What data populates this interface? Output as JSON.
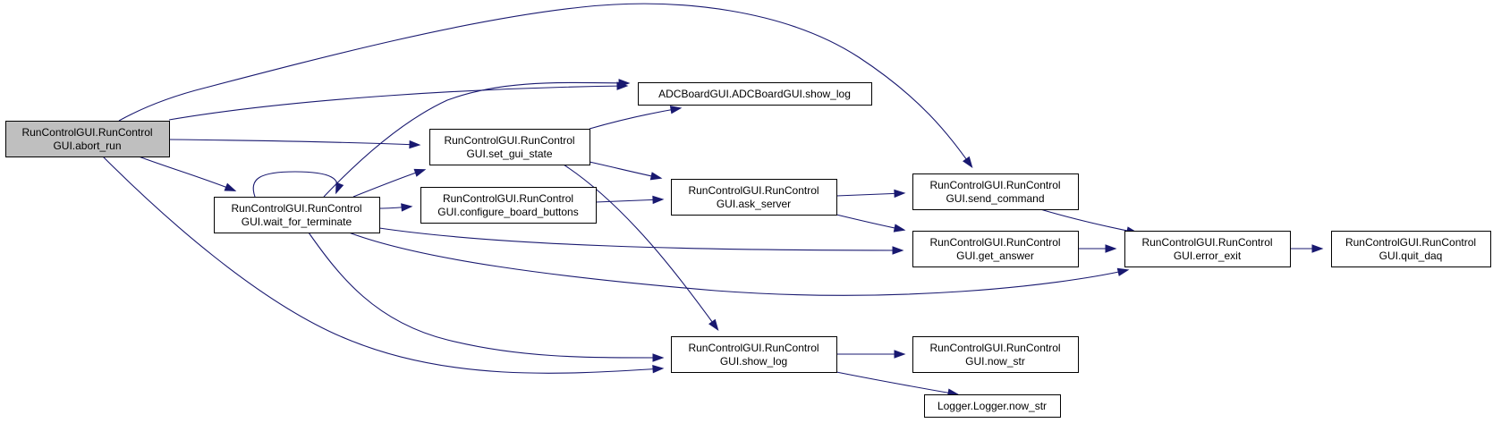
{
  "graph": {
    "edge_color": "#191970",
    "node_fill": "#ffffff",
    "highlight_fill": "#bfbfbf",
    "nodes": [
      {
        "id": "abort_run",
        "lines": [
          "RunControlGUI.RunControl",
          "GUI.abort_run"
        ],
        "highlighted": true
      },
      {
        "id": "adc_show_log",
        "lines": [
          "ADCBoardGUI.ADCBoardGUI.show_log"
        ],
        "highlighted": false
      },
      {
        "id": "set_gui_state",
        "lines": [
          "RunControlGUI.RunControl",
          "GUI.set_gui_state"
        ],
        "highlighted": false
      },
      {
        "id": "wait_for_terminate",
        "lines": [
          "RunControlGUI.RunControl",
          "GUI.wait_for_terminate"
        ],
        "highlighted": false
      },
      {
        "id": "configure_board_buttons",
        "lines": [
          "RunControlGUI.RunControl",
          "GUI.configure_board_buttons"
        ],
        "highlighted": false
      },
      {
        "id": "ask_server",
        "lines": [
          "RunControlGUI.RunControl",
          "GUI.ask_server"
        ],
        "highlighted": false
      },
      {
        "id": "send_command",
        "lines": [
          "RunControlGUI.RunControl",
          "GUI.send_command"
        ],
        "highlighted": false
      },
      {
        "id": "get_answer",
        "lines": [
          "RunControlGUI.RunControl",
          "GUI.get_answer"
        ],
        "highlighted": false
      },
      {
        "id": "error_exit",
        "lines": [
          "RunControlGUI.RunControl",
          "GUI.error_exit"
        ],
        "highlighted": false
      },
      {
        "id": "quit_daq",
        "lines": [
          "RunControlGUI.RunControl",
          "GUI.quit_daq"
        ],
        "highlighted": false
      },
      {
        "id": "show_log",
        "lines": [
          "RunControlGUI.RunControl",
          "GUI.show_log"
        ],
        "highlighted": false
      },
      {
        "id": "now_str",
        "lines": [
          "RunControlGUI.RunControl",
          "GUI.now_str"
        ],
        "highlighted": false
      },
      {
        "id": "logger_now_str",
        "lines": [
          "Logger.Logger.now_str"
        ],
        "highlighted": false
      }
    ],
    "edges": [
      {
        "from": "abort_run",
        "to": "send_command"
      },
      {
        "from": "abort_run",
        "to": "adc_show_log"
      },
      {
        "from": "abort_run",
        "to": "set_gui_state"
      },
      {
        "from": "abort_run",
        "to": "wait_for_terminate"
      },
      {
        "from": "abort_run",
        "to": "show_log"
      },
      {
        "from": "wait_for_terminate",
        "to": "wait_for_terminate"
      },
      {
        "from": "wait_for_terminate",
        "to": "adc_show_log"
      },
      {
        "from": "wait_for_terminate",
        "to": "set_gui_state"
      },
      {
        "from": "wait_for_terminate",
        "to": "configure_board_buttons"
      },
      {
        "from": "wait_for_terminate",
        "to": "get_answer"
      },
      {
        "from": "wait_for_terminate",
        "to": "error_exit"
      },
      {
        "from": "wait_for_terminate",
        "to": "show_log"
      },
      {
        "from": "set_gui_state",
        "to": "adc_show_log"
      },
      {
        "from": "set_gui_state",
        "to": "ask_server"
      },
      {
        "from": "set_gui_state",
        "to": "show_log"
      },
      {
        "from": "configure_board_buttons",
        "to": "ask_server"
      },
      {
        "from": "ask_server",
        "to": "send_command"
      },
      {
        "from": "ask_server",
        "to": "get_answer"
      },
      {
        "from": "send_command",
        "to": "error_exit"
      },
      {
        "from": "get_answer",
        "to": "error_exit"
      },
      {
        "from": "error_exit",
        "to": "quit_daq"
      },
      {
        "from": "show_log",
        "to": "now_str"
      },
      {
        "from": "show_log",
        "to": "logger_now_str"
      }
    ]
  }
}
